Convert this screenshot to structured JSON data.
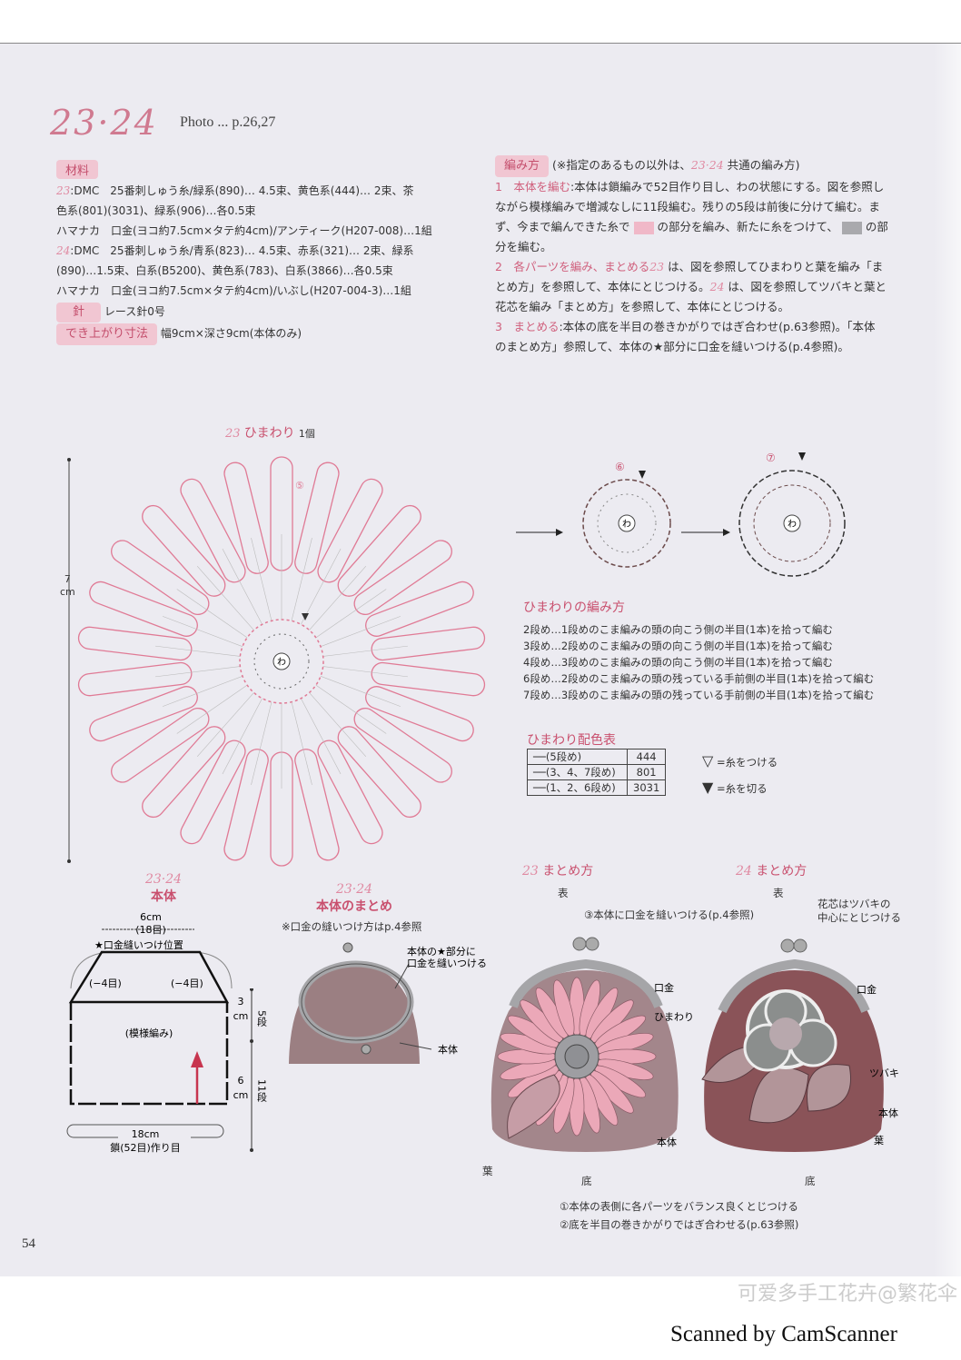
{
  "header": {
    "pattern_numbers": "23·24",
    "photo_ref": "Photo ... p.26,27"
  },
  "materials": {
    "tag": "材料",
    "lines": [
      {
        "num": "23",
        "text": ":DMC　25番刺しゅう糸/緑系(890)… 4.5束、黄色系(444)… 2束、茶"
      },
      {
        "num": "",
        "text": "色系(801)(3031)、緑系(906)…各0.5束"
      },
      {
        "num": "",
        "text": "ハマナカ　口金(ヨコ約7.5cm×タテ約4cm)/アンティーク(H207-008)…1組"
      },
      {
        "num": "24",
        "text": ":DMC　25番刺しゅう糸/青系(823)… 4.5束、赤系(321)… 2束、緑系"
      },
      {
        "num": "",
        "text": "(890)…1.5束、白系(B5200)、黄色系(783)、白系(3866)…各0.5束"
      },
      {
        "num": "",
        "text": "ハマナカ　口金(ヨコ約7.5cm×タテ約4cm)/いぶし(H207-004-3)…1組"
      }
    ],
    "needle_tag": "針",
    "needle": "レース針0号",
    "size_tag": "でき上がり寸法",
    "size": "幅9cm×深さ9cm(本体のみ)"
  },
  "method": {
    "tag": "編み方",
    "note_pre": "(※指定のあるもの以外は、",
    "note_nums": "23·24",
    "note_post": "共通の編み方)",
    "s1_head": "1　本体を編む",
    "s1_a": ":本体は鎖編みで52目作り目し、わの状態にする。図を参照し",
    "s1_b": "ながら模様編みで増減なしに11段編む。残りの5段は前後に分けて編む。ま",
    "s1_c1": "ず、今まで編んできた糸で",
    "s1_c2": "の部分を編み、新たに糸をつけて、",
    "s1_c3": "の部",
    "s1_d": "分を編む。",
    "s2_head": "2　各パーツを編み、まとめる",
    "s2_n1": "23",
    "s2_a": "は、図を参照してひまわりと葉を編み「ま",
    "s2_b1": "とめ方」を参照して、本体にとじつける。",
    "s2_n2": "24",
    "s2_b2": "は、図を参照してツバキと葉と",
    "s2_c": "花芯を編み「まとめ方」を参照して、本体にとじつける。",
    "s3_head": "3　まとめる",
    "s3_a": ":本体の底を半目の巻きかがりではぎ合わせ(p.63参照)。「本体",
    "s3_b": "のまとめ方」参照して、本体の★部分に口金を縫いつける(p.4参照)。",
    "swatch_colors": [
      "#f0b8c8",
      "#a9a9ad"
    ]
  },
  "sunflower": {
    "num": "23",
    "title": "ひまわり",
    "count": "1個",
    "dim_value": "7",
    "dim_unit": "cm",
    "round5": "⑤",
    "center": "わ",
    "petal_color": "#e07a95"
  },
  "steps": {
    "r6": "⑥",
    "r7": "⑦",
    "center": "わ"
  },
  "howto": {
    "title": "ひまわりの編み方",
    "lines": [
      "2段め…1段めのこま編みの頭の向こう側の半目(1本)を拾って編む",
      "3段め…2段めのこま編みの頭の向こう側の半目(1本)を拾って編む",
      "4段め…3段めのこま編みの頭の向こう側の半目(1本)を拾って編む",
      "6段め…2段めのこま編みの頭の残っている手前側の半目(1本)を拾って編む",
      "7段め…3段めのこま編みの頭の残っている手前側の半目(1本)を拾って編む"
    ]
  },
  "color_table": {
    "title": "ひまわり配色表",
    "rows": [
      {
        "label": "──(5段め)",
        "value": "444"
      },
      {
        "label": "──(3、4、7段め)",
        "value": "801"
      },
      {
        "label": "──(1、2、6段め)",
        "value": "3031"
      }
    ],
    "legend_join": "=糸をつける",
    "legend_cut": "=糸を切る"
  },
  "body_chart": {
    "nums": "23·24",
    "title": "本体",
    "top_cm": "6cm",
    "top_st": "(18目)",
    "star_label": "★口金縫いつけ位置",
    "dec_left": "(−4目)",
    "dec_right": "(−4目)",
    "pattern": "(模様編み)",
    "h1_val": "3",
    "h1_unit": "cm",
    "h1_rows": "5段",
    "h2_val": "6",
    "h2_unit": "cm",
    "h2_rows": "11段",
    "bottom_cm": "18cm",
    "bottom_st": "鎖(52目)作り目"
  },
  "assembly": {
    "nums": "23·24",
    "title": "本体のまとめ",
    "note": "※口金の縫いつけ方はp.4参照",
    "callout1": "本体の★部分に",
    "callout2": "口金を縫いつける",
    "body": "本体"
  },
  "finish23": {
    "num": "23",
    "title": "まとめ方",
    "side": "表",
    "kuchigane": "口金",
    "himawari": "ひまわり",
    "body": "本体",
    "leaf": "葉",
    "bottom": "底"
  },
  "finish24": {
    "num": "24",
    "title": "まとめ方",
    "side": "表",
    "note1": "花芯はツバキの",
    "note2": "中心にとじつける",
    "kuchigane": "口金",
    "tsubaki": "ツバキ",
    "body": "本体",
    "leaf": "葉",
    "bottom": "底"
  },
  "finish_notes": {
    "step3": "③本体に口金を縫いつける(p.4参照)",
    "step1": "①本体の表側に各パーツをバランス良くとじつける",
    "step2": "②底を半目の巻きかがりではぎ合わせる(p.63参照)"
  },
  "footer": {
    "page": "54",
    "scanner": "Scanned by CamScanner",
    "watermark": "可爱多手工花卉@繁花伞"
  }
}
